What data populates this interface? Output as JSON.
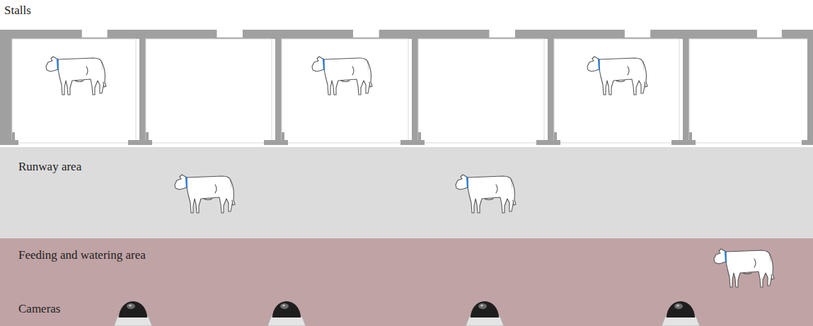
{
  "diagram": {
    "nodes": [
      {
        "text": [
          "Runway area"
        ]
      },
      {
        "text": [
          "Feeding and watering area"
        ]
      }
    ],
    "labels": [
      "Stalls",
      "Cameras"
    ]
  }
}
